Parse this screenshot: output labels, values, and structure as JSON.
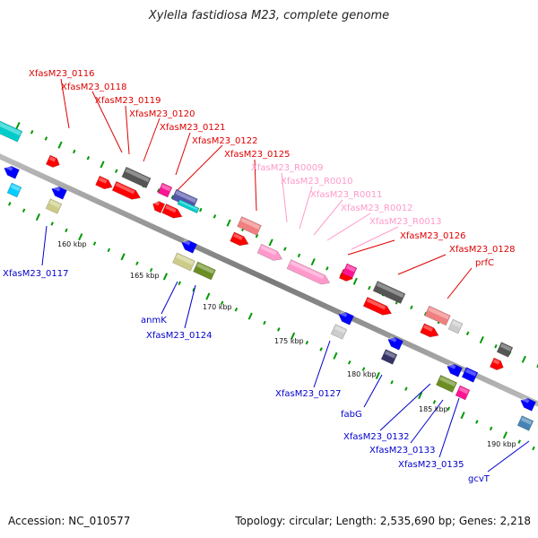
{
  "title": "Xylella fastidiosa M23, complete genome",
  "footer": {
    "accession": "Accession: NC_010577",
    "topology": "Topology: circular; Length: 2,535,690 bp; Genes: 2,218"
  },
  "colors": {
    "forward_cds": "#ff0000",
    "reverse_cds": "#0000ff",
    "rna": "#ff99cc",
    "backbone": "#888888",
    "tick_green": "#009900"
  },
  "kbp_labels": [
    "160 kbp",
    "165 kbp",
    "170 kbp",
    "175 kbp",
    "180 kbp",
    "185 kbp",
    "190 kbp"
  ],
  "forward_labels": [
    "XfasM23_0116",
    "XfasM23_0118",
    "XfasM23_0119",
    "XfasM23_0120",
    "XfasM23_0121",
    "XfasM23_0122",
    "XfasM23_0125",
    "XfasM23_0126",
    "XfasM23_0128",
    "prfC"
  ],
  "rna_labels": [
    "XfasM23_R0009",
    "XfasM23_R0010",
    "XfasM23_R0011",
    "XfasM23_R0012",
    "XfasM23_R0013"
  ],
  "reverse_labels": [
    "XfasM23_0117",
    "anmK",
    "XfasM23_0124",
    "XfasM23_0127",
    "fabG",
    "XfasM23_0132",
    "XfasM23_0133",
    "XfasM23_0135",
    "gcvT"
  ]
}
